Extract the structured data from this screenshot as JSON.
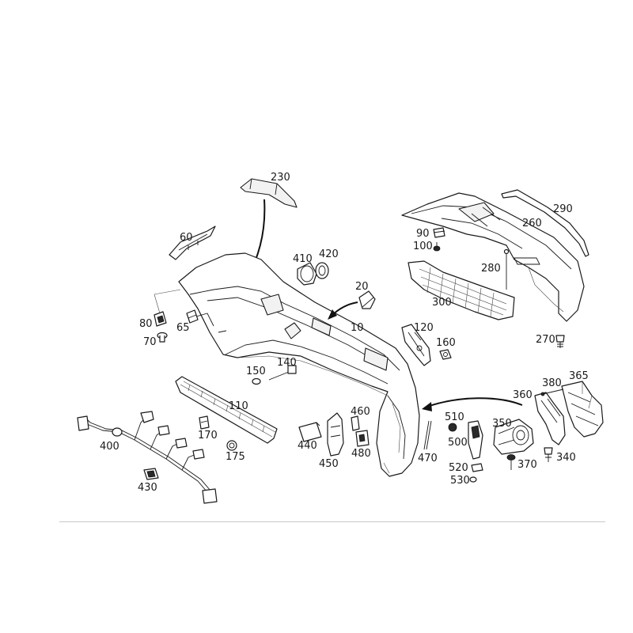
{
  "diagram": {
    "part_numbers": {
      "p10": "10",
      "p20": "20",
      "p60": "60",
      "p65": "65",
      "p70": "70",
      "p80": "80",
      "p90": "90",
      "p100": "100",
      "p110": "110",
      "p120": "120",
      "p140": "140",
      "p150": "150",
      "p160": "160",
      "p170": "170",
      "p175": "175",
      "p230": "230",
      "p260": "260",
      "p270": "270",
      "p280": "280",
      "p290": "290",
      "p300": "300",
      "p340": "340",
      "p350": "350",
      "p360": "360",
      "p365": "365",
      "p370": "370",
      "p380": "380",
      "p400": "400",
      "p410": "410",
      "p420": "420",
      "p430": "430",
      "p440": "440",
      "p450": "450",
      "p460": "460",
      "p470": "470",
      "p480": "480",
      "p500": "500",
      "p510": "510",
      "p520": "520",
      "p530": "530"
    }
  }
}
